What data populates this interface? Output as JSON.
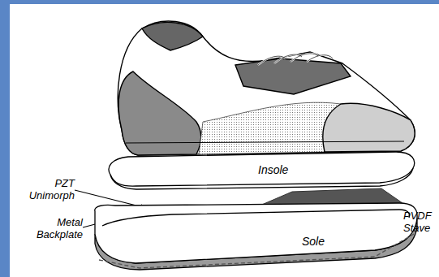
{
  "diagram": {
    "nodes": [
      {
        "text": [
          "Insole"
        ]
      },
      {
        "text": [
          "Sole"
        ]
      }
    ],
    "labels": [
      "PZT Unimorph",
      "Metal Backplate",
      "PVDF Stave"
    ]
  }
}
